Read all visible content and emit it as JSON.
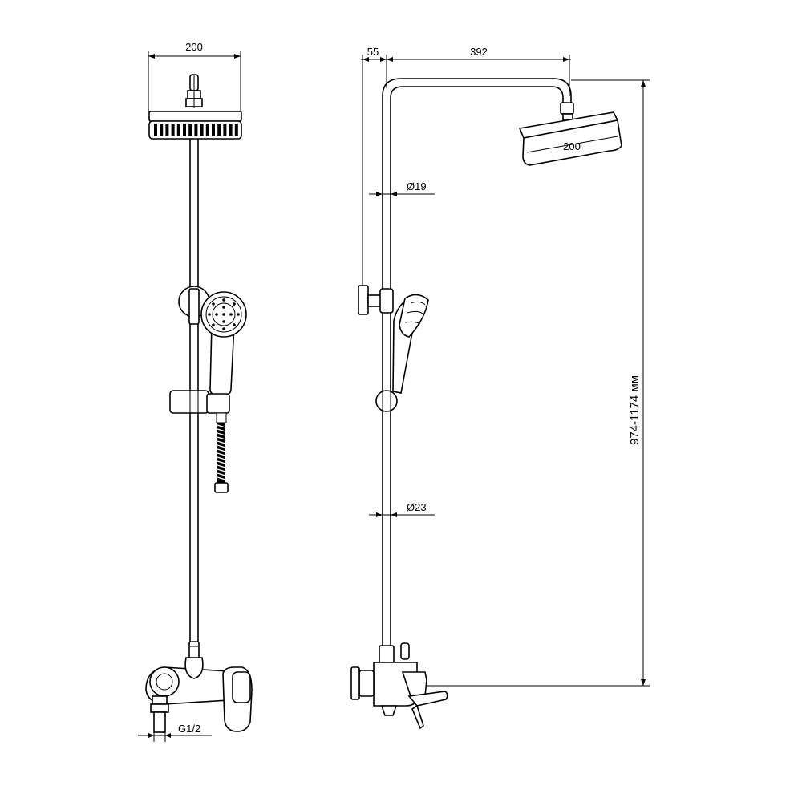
{
  "front_view": {
    "head_width_label": "200",
    "inlet_thread_label": "G1/2"
  },
  "side_view": {
    "wall_offset_label": "55",
    "arm_length_label": "392",
    "head_width_label": "200",
    "upper_pipe_diameter_label": "Ø19",
    "lower_pipe_diameter_label": "Ø23",
    "height_range_label": "974-1174 мм"
  }
}
